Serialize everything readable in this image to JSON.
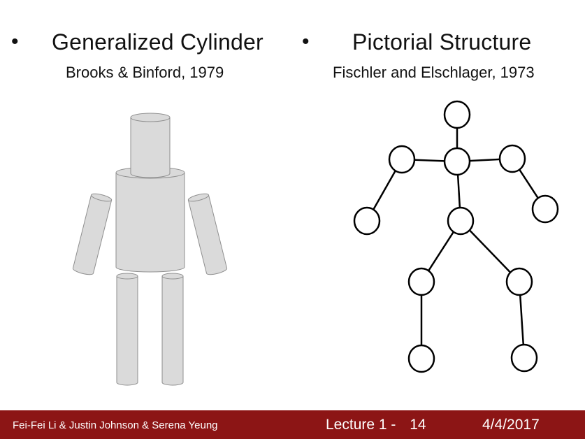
{
  "left_section": {
    "bullet": "•",
    "title": "Generalized Cylinder",
    "citation": "Brooks & Binford, 1979"
  },
  "right_section": {
    "bullet": "•",
    "title": "Pictorial Structure",
    "citation": "Fischler and Elschlager, 1973"
  },
  "colors": {
    "cylinder_fill": "#dadada",
    "cylinder_stroke": "#8f8f8f",
    "node_stroke": "#000000",
    "footer_bg": "#8c1515"
  },
  "footer": {
    "authors": "Fei-Fei Li & Justin Johnson & Serena Yeung",
    "lecture": "Lecture 1 -",
    "slide_number": "14",
    "date": "4/4/2017"
  }
}
